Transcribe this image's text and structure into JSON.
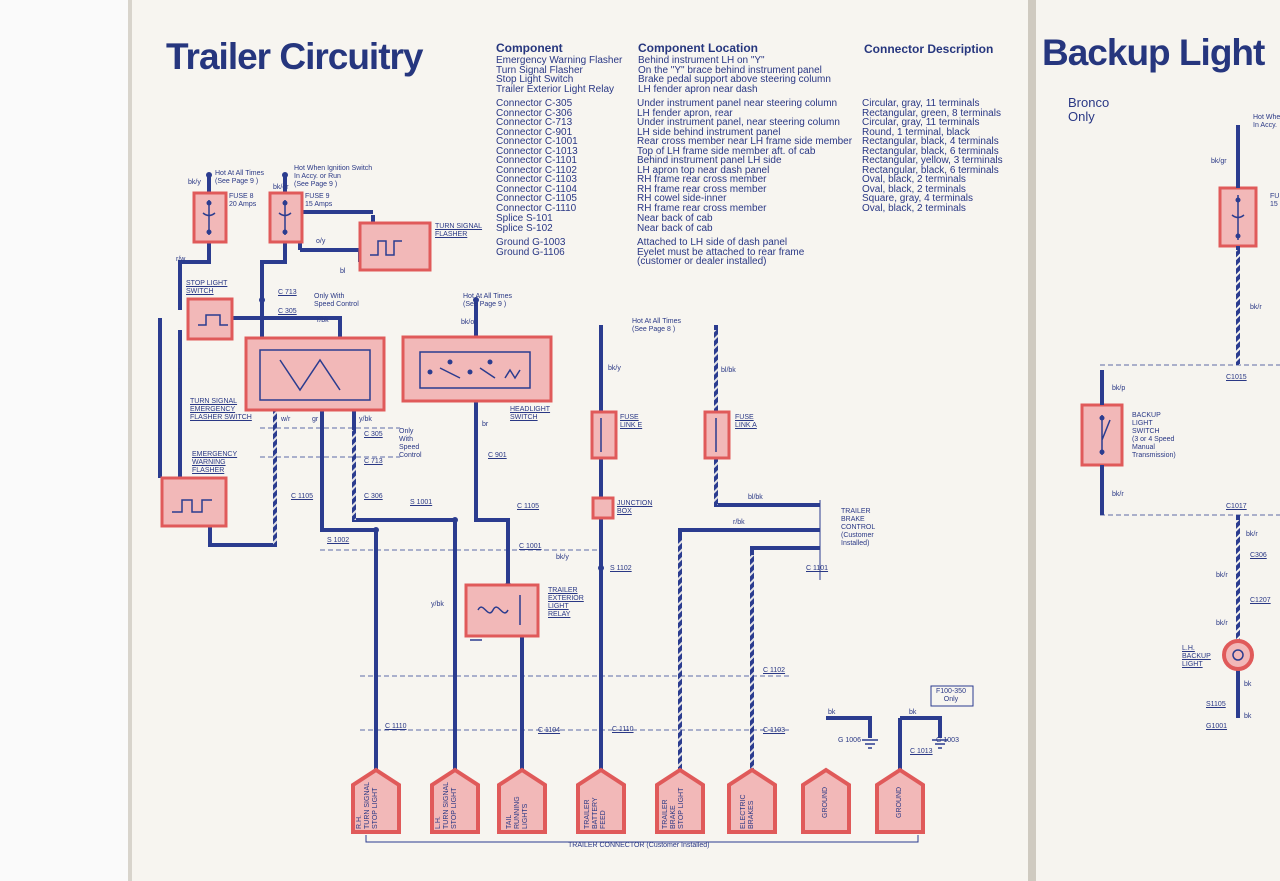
{
  "left_page": {
    "title": "Trailer Circuitry",
    "table": {
      "headers": {
        "component": "Component",
        "location": "Component Location",
        "connector": "Connector Description"
      },
      "components": [
        {
          "name": "Emergency Warning Flasher",
          "location": "Behind instrument LH on \"Y\"",
          "description": ""
        },
        {
          "name": "Turn Signal Flasher",
          "location": "On the \"Y\" brace behind instrument panel",
          "description": ""
        },
        {
          "name": "Stop Light Switch",
          "location": "Brake pedal support above steering column",
          "description": ""
        },
        {
          "name": "Trailer Exterior Light Relay",
          "location": "LH fender apron near dash",
          "description": ""
        }
      ],
      "connectors": [
        {
          "name": "Connector C-305",
          "location": "Under instrument panel near steering column",
          "description": "Circular, gray, 11 terminals"
        },
        {
          "name": "Connector C-306",
          "location": "LH fender apron, rear",
          "description": "Rectangular, green, 8 terminals"
        },
        {
          "name": "Connector C-713",
          "location": "Under instrument panel, near steering column",
          "description": "Circular, gray, 11 terminals"
        },
        {
          "name": "Connector C-901",
          "location": "LH side behind instrument panel",
          "description": "Round, 1 terminal, black"
        },
        {
          "name": "Connector C-1001",
          "location": "Rear cross member near LH frame side member",
          "description": "Rectangular, black, 4 terminals"
        },
        {
          "name": "Connector C-1013",
          "location": "Top of LH frame side member aft. of cab",
          "description": "Rectangular, black, 6 terminals"
        },
        {
          "name": "Connector C-1101",
          "location": "Behind instrument panel LH side",
          "description": "Rectangular, yellow, 3 terminals"
        },
        {
          "name": "Connector C-1102",
          "location": "LH apron top near dash panel",
          "description": "Rectangular, black, 6 terminals"
        },
        {
          "name": "Connector C-1103",
          "location": "RH frame rear cross member",
          "description": "Oval, black, 2 terminals"
        },
        {
          "name": "Connector C-1104",
          "location": "RH frame rear cross member",
          "description": "Oval, black, 2 terminals"
        },
        {
          "name": "Connector C-1105",
          "location": "RH cowel side-inner",
          "description": "Square, gray, 4 terminals"
        },
        {
          "name": "Connector C-1110",
          "location": "RH frame rear cross member",
          "description": "Oval, black, 2 terminals"
        }
      ],
      "splices": [
        {
          "name": "Splice S-101",
          "location": "Near back of cab",
          "description": ""
        },
        {
          "name": "Splice S-102",
          "location": "Near back of cab",
          "description": ""
        }
      ],
      "grounds": [
        {
          "name": "Ground G-1003",
          "location": "Attached to LH side of dash panel",
          "description": ""
        },
        {
          "name": "Ground G-1106",
          "location": "Eyelet must be attached to rear frame\n(customer or dealer installed)",
          "description": ""
        }
      ]
    },
    "diagram": {
      "hot_at_all_times_fuse8": "Hot At All Times\n(See Page 9 )",
      "hot_ignition": "Hot When Ignition Switch\nIn Accy. or Run\n(See Page 9 )",
      "fuse8": "FUSE 8\n20 Amps",
      "fuse9": "FUSE 9\n15 Amps",
      "turn_signal_flasher": "TURN SIGNAL\nFLASHER",
      "stop_light_switch": "STOP LIGHT\nSWITCH",
      "only_speed_control": "Only With\nSpeed Control",
      "turn_signal_switch": "TURN SIGNAL\nEMERGENCY\nFLASHER SWITCH",
      "emergency_flasher": "EMERGENCY\nWARNING\nFLASHER",
      "hot_at_all_times_hl": "Hot At All Times\n(See Page 9 )",
      "headlight_switch": "HEADLIGHT\nSWITCH",
      "hot_at_all_times_p8": "Hot At All Times\n(See Page 8 )",
      "fuse_link_e": "FUSE\nLINK E",
      "fuse_link_a": "FUSE\nLINK A",
      "junction_box": "JUNCTION\nBOX",
      "trailer_brake_control": "TRAILER\nBRAKE\nCONTROL\n(Customer\nInstalled)",
      "trailer_relay": "TRAILER\nEXTERIOR\nLIGHT\nRELAY",
      "only_with_speed": "Only\nWith\nSpeed\nControl",
      "f100_350": "F100-350\nOnly",
      "wire_labels": [
        "bk/y",
        "bk/gr",
        "o/y",
        "r/w",
        "bl",
        "r/bk",
        "w/r",
        "gr",
        "y/bk",
        "r",
        "bk/o",
        "br",
        "bk/y",
        "bl/bk",
        "r/bk",
        "bl/bk",
        "bk",
        "bk",
        "bk/y",
        "y/bk"
      ],
      "connector_labels": [
        "C 713",
        "C 305",
        "C 305",
        "C 713",
        "C 1105",
        "C 306",
        "S 1001",
        "S 1002",
        "C 901",
        "C 1105",
        "C 1001",
        "S 1102",
        "C 1101",
        "C 1102",
        "C 1110",
        "C 1104",
        "C 1110",
        "C 1103",
        "G 1006",
        "G 1003",
        "C 1013"
      ],
      "terminals": [
        "R.H.\nTURN SIGNAL\nSTOP LIGHT",
        "L.H.\nTURN SIGNAL\nSTOP LIGHT",
        "TAIL\nRUNNING\nLIGHTS",
        "TRAILER\nBATTERY\nFEED",
        "TRAILER\nBRAKE\nSTOP LIGHT",
        "ELECTRIC\nBRAKES",
        "GROUND",
        "GROUND"
      ],
      "trailer_connector": "TRAILER CONNECTOR (Customer Installed)"
    }
  },
  "right_page": {
    "title": "Backup Light",
    "subtitle": "Bronco\nOnly",
    "hot_when": "Hot Whe\nIn Accy.",
    "fuse": "FU\n15",
    "backup_switch": "BACKUP\nLIGHT\nSWITCH\n(3 or 4 Speed\nManual\nTransmission)",
    "lh_backup_light": "L.H.\nBACKUP\nLIGHT",
    "wire_labels": [
      "bk/gr",
      "bk/r",
      "bk/p",
      "bk/r",
      "bk/r",
      "bk/r",
      "bk/r",
      "bk",
      "bk"
    ],
    "connector_labels": [
      "C1015",
      "C1017",
      "C306",
      "C1207",
      "S1105",
      "G1001"
    ]
  },
  "colors": {
    "navy": "#26367e",
    "wire": "#2b3c8f",
    "red": "#e05a5a",
    "pink": "#f2b8b8",
    "paper": "#f7f5f0"
  }
}
